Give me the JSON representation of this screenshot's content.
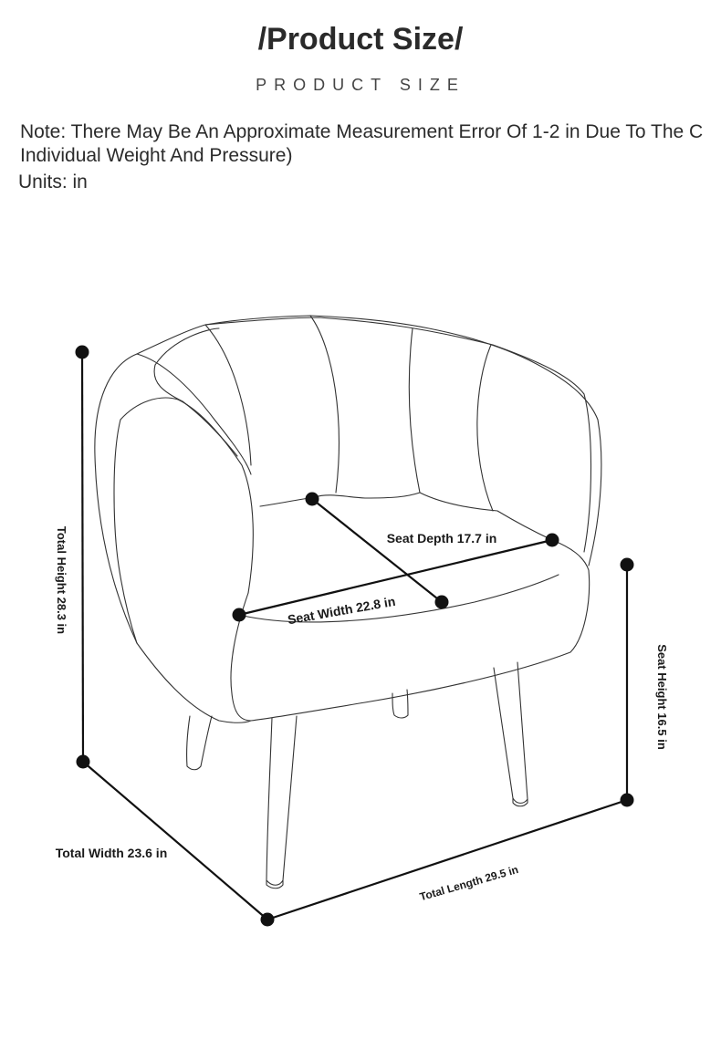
{
  "header": {
    "title": "/Product Size/",
    "subtitle": "PRODUCT SIZE"
  },
  "note": {
    "line1": "Note: There May Be An Approximate Measurement Error Of 1-2 in Due To The C",
    "line2": "Individual Weight And Pressure)",
    "units": "Units: in"
  },
  "dimensions": {
    "total_height": "Total Height 28.3 in",
    "seat_depth": "Seat Depth 17.7 in",
    "seat_width": "Seat Width 22.8 in",
    "seat_height": "Seat Height 16.5 in",
    "total_width": "Total Width 23.6 in",
    "total_length": "Total Length 29.5 in"
  }
}
